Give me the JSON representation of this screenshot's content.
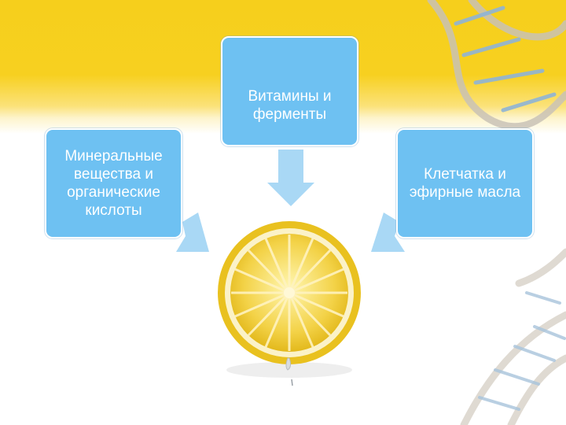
{
  "nodes": {
    "top": "Витамины и ферменты",
    "left": "Минеральные вещества и органические кислоты",
    "right": "Клетчатка и эфирные масла"
  },
  "colors": {
    "box": "#6ec1f2",
    "arrow": "#a9d8f5",
    "background_top": "#f6cf1c"
  },
  "center_image": "lemon-slice"
}
